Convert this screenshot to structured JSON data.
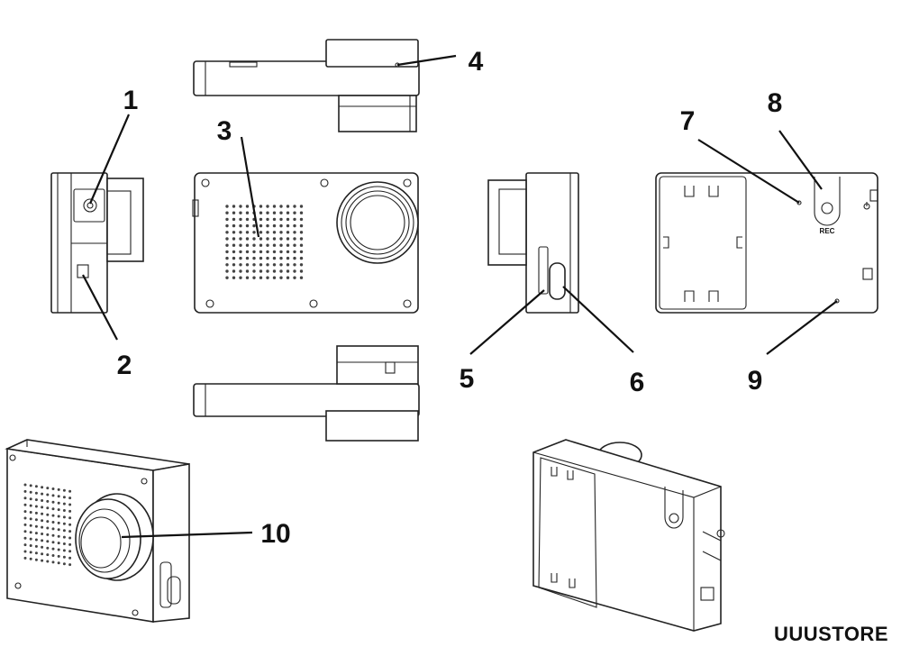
{
  "callouts": {
    "c1": "1",
    "c2": "2",
    "c3": "3",
    "c4": "4",
    "c5": "5",
    "c6": "6",
    "c7": "7",
    "c8": "8",
    "c9": "9",
    "c10": "10"
  },
  "rec_label": "REC",
  "brand": "UUUSTORE"
}
